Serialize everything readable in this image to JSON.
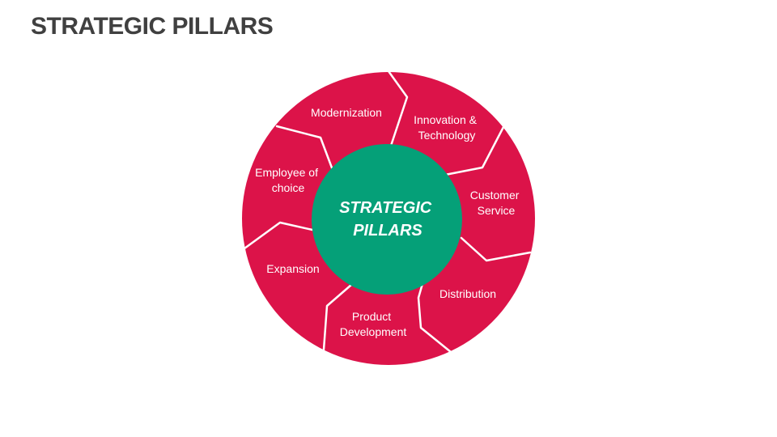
{
  "slide": {
    "title": "STRATEGIC PILLARS"
  },
  "center": {
    "lines": [
      "STRATEGIC",
      "PILLARS"
    ],
    "color": "#05A078"
  },
  "ring": {
    "color": "#DC1349",
    "divider_color": "#FFFFFF"
  },
  "segments": [
    {
      "id": "modernization",
      "lines": [
        "Modernization"
      ]
    },
    {
      "id": "innovation-technology",
      "lines": [
        "Innovation &",
        "Technology"
      ]
    },
    {
      "id": "customer-service",
      "lines": [
        "Customer",
        "Service"
      ]
    },
    {
      "id": "distribution",
      "lines": [
        "Distribution"
      ]
    },
    {
      "id": "product-development",
      "lines": [
        "Product",
        "Development"
      ]
    },
    {
      "id": "expansion",
      "lines": [
        "Expansion"
      ]
    },
    {
      "id": "employee-of-choice",
      "lines": [
        "Employee of",
        "choice"
      ]
    }
  ]
}
